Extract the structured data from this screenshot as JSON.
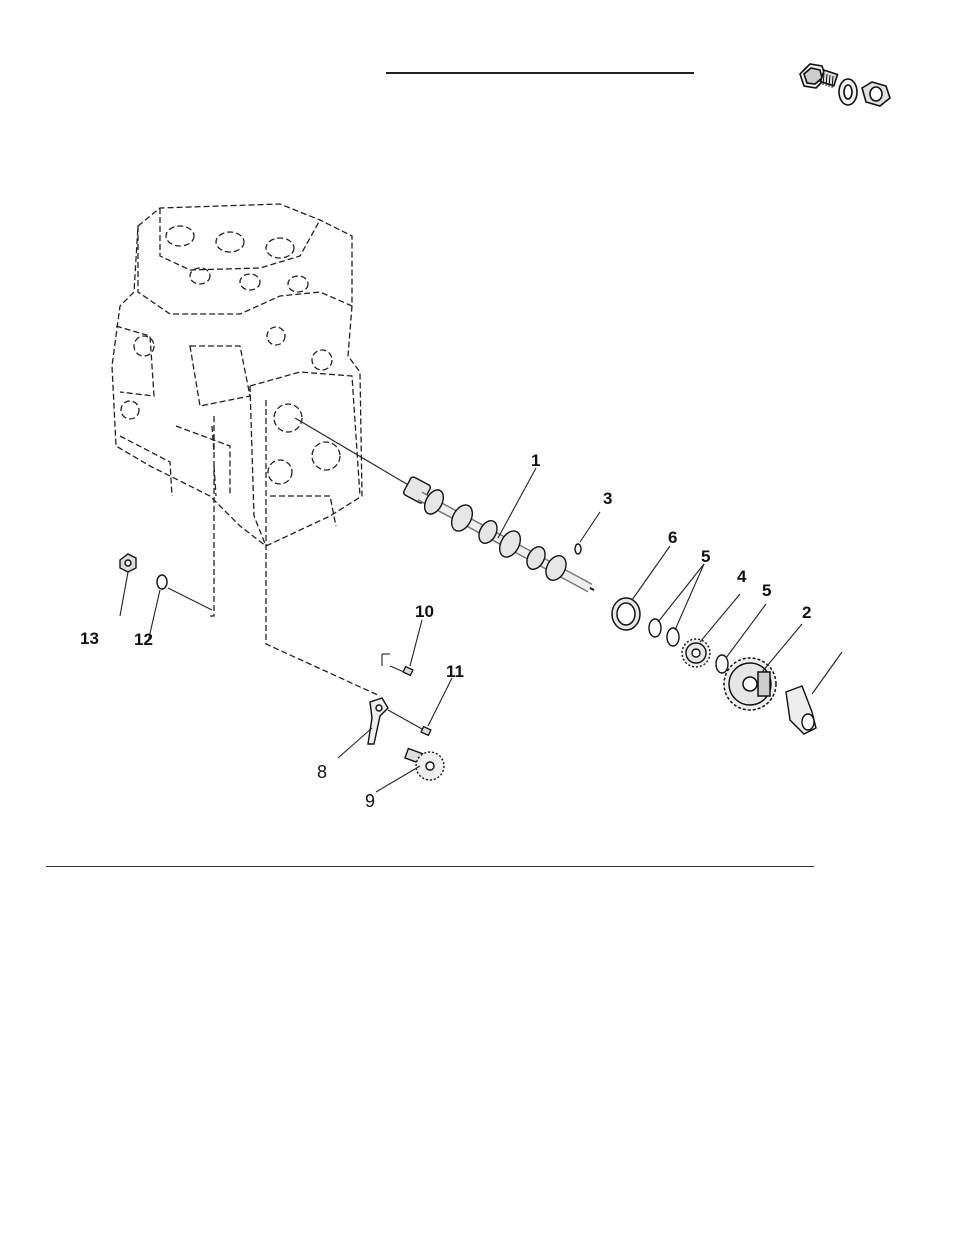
{
  "diagram": {
    "callouts": {
      "c1": "1",
      "c2": "2",
      "c3": "3",
      "c4": "4",
      "c5a": "5",
      "c5b": "5",
      "c6": "6",
      "c8": "8",
      "c9": "9",
      "c10": "10",
      "c11": "11",
      "c12": "12",
      "c13": "13"
    }
  },
  "icons": {
    "hardware": "bolt-washer-nut-icon",
    "engine": "engine-block-icon"
  },
  "colors": {
    "line": "#222222",
    "part_fill": "#e6e6e6"
  }
}
